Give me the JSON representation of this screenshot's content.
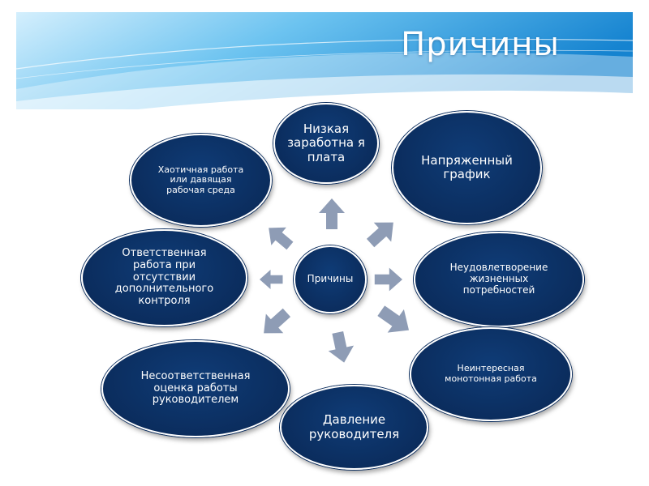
{
  "slide": {
    "title": "Причины"
  },
  "diagram": {
    "center": "Причины",
    "nodes": [
      {
        "id": "low-salary",
        "label": "Низкая заработна я плата"
      },
      {
        "id": "tight-schedule",
        "label": "Напряженный график"
      },
      {
        "id": "unmet-needs",
        "label": "Неудовлетворение жизненных потребностей"
      },
      {
        "id": "boring-work",
        "label": "Неинтересная монотонная работа"
      },
      {
        "id": "manager-pressure",
        "label": "Давление руководителя"
      },
      {
        "id": "unfair-evaluation",
        "label": "Несоответственная оценка работы руководителем"
      },
      {
        "id": "responsible-work",
        "label": "Ответственная работа при отсутствии дополнительного контроля"
      },
      {
        "id": "chaotic-work",
        "label": "Хаотичная работа или давящая рабочая среда"
      }
    ]
  },
  "colors": {
    "node_fill": "#0b2d5e",
    "arrow_fill": "#8e9cb5",
    "banner_light": "#bfe6fb",
    "banner_dark": "#1a8fd6"
  }
}
